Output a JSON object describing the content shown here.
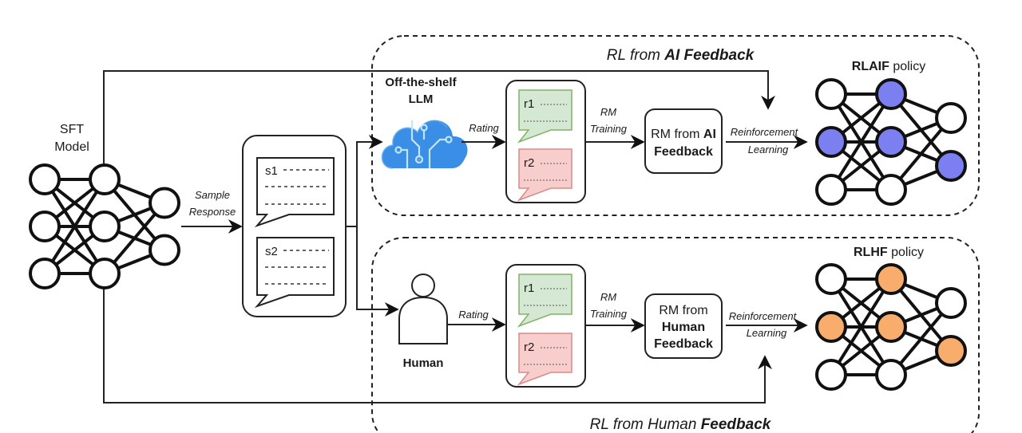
{
  "diagram": {
    "sft_model": {
      "label_line1": "SFT",
      "label_line2": "Model"
    },
    "sample_response": {
      "label_line1": "Sample",
      "label_line2": "Response",
      "items": [
        "s1",
        "s2"
      ]
    },
    "rlaif": {
      "title_prefix": "RL from ",
      "title_bold": "AI Feedback",
      "rater_label_line1": "Off-the-shelf",
      "rater_label_line2": "LLM",
      "rater_icon": "cloud-circuit-icon",
      "rating_label": "Rating",
      "ratings": [
        "r1",
        "r2"
      ],
      "rm_training_line1": "RM",
      "rm_training_line2": "Training",
      "rm_box_line1_prefix": "RM from ",
      "rm_box_line1_bold": "AI",
      "rm_box_line2_bold": "Feedback",
      "rl_label_line1": "Reinforcement",
      "rl_label_line2": "Learning",
      "policy_bold": "RLAIF",
      "policy_suffix": " policy",
      "policy_color": "#7b7ff0"
    },
    "rlhf": {
      "title_prefix": "RL from Human ",
      "title_bold": "Feedback",
      "rater_label": "Human",
      "rater_icon": "person-icon",
      "rating_label": "Rating",
      "ratings": [
        "r1",
        "r2"
      ],
      "rm_training_line1": "RM",
      "rm_training_line2": "Training",
      "rm_box_line1": "RM from",
      "rm_box_line2_bold": "Human",
      "rm_box_line3_bold": "Feedback",
      "rl_label_line1": "Reinforcement",
      "rl_label_line2": "Learning",
      "policy_bold": "RLHF",
      "policy_suffix": " policy",
      "policy_color": "#f8ad6c"
    },
    "colors": {
      "preferred_rating_fill": "#d5e8d4",
      "preferred_rating_stroke": "#82b366",
      "rejected_rating_fill": "#f8cecc",
      "rejected_rating_stroke": "#d98a88",
      "cloud_blue": "#3a8ee6"
    }
  }
}
